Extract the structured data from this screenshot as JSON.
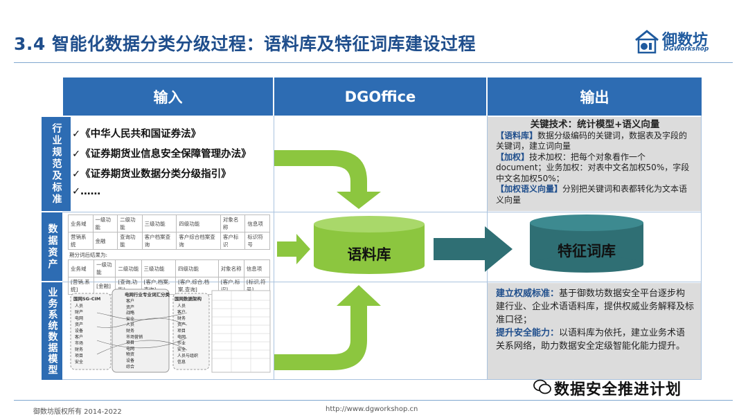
{
  "title": "3.4 智能化数据分类分级过程：语料库及特征词库建设过程",
  "logo": {
    "name": "御数坊",
    "sub": "DGWorkshop"
  },
  "headers": {
    "input": "输入",
    "middle": "DGOffice",
    "output": "输出"
  },
  "rows": {
    "row1_label": "行业规范及标准",
    "row2_label": "数据资产",
    "row3_label": "业务系统数据模型"
  },
  "laws": [
    "✓《中华人民共和国证券法》",
    "✓《证券期货业信息安全保障管理办法》",
    "✓《证券期货业数据分类分级指引》",
    "✓……"
  ],
  "output1": {
    "title": "关键技术：统计模型+语义向量",
    "l1_tag": "【语料库】",
    "l1_text": "数据分级编码的关键词，数据表及字段的关键词，建立词向量",
    "l2_tag": "【加权】",
    "l2_text": "技术加权：把每个对象看作一个document；业务加权：对表中文名加权50%，字段中文名加权50%；",
    "l3_tag": "【加权语义向量】",
    "l3_text": "分别把关键词和表都转化为文本语义向量"
  },
  "output3": {
    "p1_tag": "建立权威标准：",
    "p1_text": "基于御数坊数据安全平台逐步构建行业、企业术语语料库，提供权威业务解释及标准口径；",
    "p2_tag": "提升安全能力：",
    "p2_text": "以语料库为依托，建立业务术语关系网络，助力数据安全定级智能化能力提升。"
  },
  "cylinders": {
    "corpus": "语料库",
    "feature": "特征词库"
  },
  "asset_table": {
    "head": [
      "业务域",
      "一级功能",
      "二级功能",
      "三级功能",
      "四级功能",
      "对象名称",
      "信息项"
    ],
    "row1": [
      "营销系统",
      "金融",
      "查询功能",
      "客户档案查询",
      "客户综合档案查询",
      "客户标识",
      "标识符号"
    ],
    "caption": "期分词后结果为:",
    "head2": [
      "业务域",
      "一级功能",
      "二级功能",
      "三级功能",
      "四级功能",
      "对象名称",
      "信息项"
    ],
    "row2": [
      "[营销,系统]",
      "[金融]",
      "[查询,功能]",
      "[客户,档案,查询]",
      "[客户,综合,档案,查询]",
      "[客户,标识]",
      "[标识,符号]"
    ]
  },
  "model_mini": {
    "left_title": "国网SG-CIM",
    "mid_title": "电网行业专业词汇分类",
    "right_title": "国网数据架构",
    "left_items": [
      "人员",
      "财产",
      "电网",
      "资产",
      "设备",
      "客户",
      "市场",
      "财务",
      "项目",
      "安全"
    ],
    "mid_items": [
      "客户",
      "资产",
      "战略",
      "安全",
      "人员",
      "财务",
      "市场营销",
      "项目",
      "电网",
      "物资",
      "设备",
      "综合"
    ],
    "right_items": [
      "人员",
      "客户",
      "财务",
      "资产",
      "项目",
      "电网",
      "作业",
      "安全",
      "人员与组织",
      "信息"
    ]
  },
  "footer": {
    "copyright": "御数坊版权所有 2014-2022",
    "url": "http://www.dgworkshop.cn"
  },
  "watermark": "数据安全推进计划",
  "colors": {
    "header_blue": "#2d6cb3",
    "title_blue": "#1f4e8c",
    "green": "#8cc63f",
    "teal": "#2f6f74",
    "grey": "#dcdcdc"
  }
}
